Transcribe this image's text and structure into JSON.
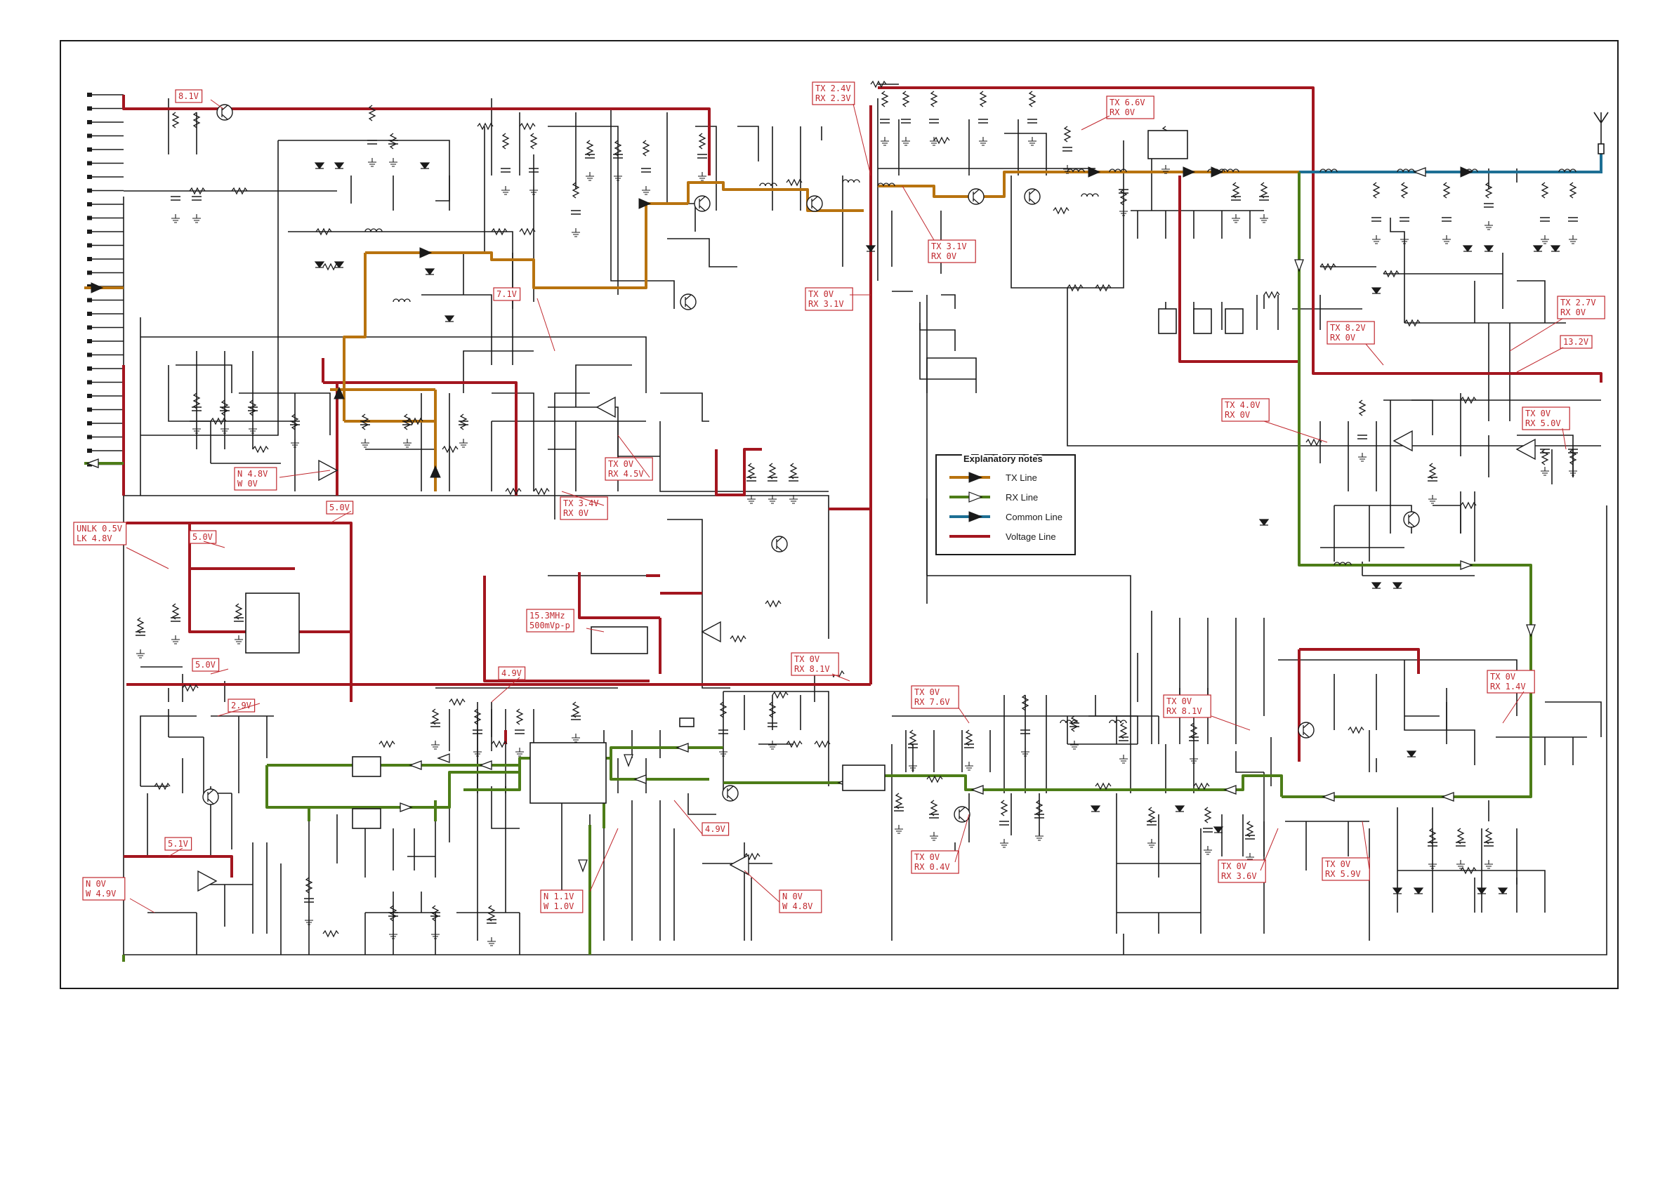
{
  "legend": {
    "title": "Explanatory notes",
    "items": [
      {
        "label": "TX Line",
        "color": "#b8730f",
        "arrow": "filled"
      },
      {
        "label": "RX Line",
        "color": "#4d7d18",
        "arrow": "hollow"
      },
      {
        "label": "Common Line",
        "color": "#1d6f94",
        "arrow": "filled"
      },
      {
        "label": "Voltage Line",
        "color": "#a3161f",
        "arrow": "none"
      }
    ]
  },
  "colors": {
    "wire": "#1a1a1a",
    "tx": "#b8730f",
    "rx": "#4d7d18",
    "common": "#1d6f94",
    "voltage": "#a3161f",
    "label_border": "#c0282e",
    "label_text": "#c0282e"
  },
  "labels": [
    {
      "lines": [
        "8.1V"
      ]
    },
    {
      "lines": [
        "TX 2.4V",
        "RX 2.3V"
      ]
    },
    {
      "lines": [
        "TX 6.6V",
        "RX    0V"
      ]
    },
    {
      "lines": [
        "TX 3.1V",
        "RX    0V"
      ]
    },
    {
      "lines": [
        "TX    0V",
        "RX 3.1V"
      ]
    },
    {
      "lines": [
        "7.1V"
      ]
    },
    {
      "lines": [
        "TX    0V",
        "RX 4.5V"
      ]
    },
    {
      "lines": [
        "N  4.8V",
        "W    0V"
      ]
    },
    {
      "lines": [
        "TX 3.4V",
        "RX    0V"
      ]
    },
    {
      "lines": [
        "5.0V"
      ]
    },
    {
      "lines": [
        "5.0V"
      ]
    },
    {
      "lines": [
        "UNLK 0.5V",
        "LK   4.8V"
      ]
    },
    {
      "lines": [
        "15.3MHz",
        "500mVp-p"
      ]
    },
    {
      "lines": [
        "TX    0V",
        "RX 8.1V"
      ]
    },
    {
      "lines": [
        "5.0V"
      ]
    },
    {
      "lines": [
        "2.9V"
      ]
    },
    {
      "lines": [
        "4.9V"
      ]
    },
    {
      "lines": [
        "TX    0V",
        "RX 7.6V"
      ]
    },
    {
      "lines": [
        "TX    0V",
        "RX 8.1V"
      ]
    },
    {
      "lines": [
        "TX    0V",
        "RX 1.4V"
      ]
    },
    {
      "lines": [
        "4.9V"
      ]
    },
    {
      "lines": [
        "TX    0V",
        "RX 0.4V"
      ]
    },
    {
      "lines": [
        "TX    0V",
        "RX 3.6V"
      ]
    },
    {
      "lines": [
        "TX    0V",
        "RX 5.9V"
      ]
    },
    {
      "lines": [
        "5.1V"
      ]
    },
    {
      "lines": [
        "N    0V",
        "W  4.9V"
      ]
    },
    {
      "lines": [
        "N  1.1V",
        "W  1.0V"
      ]
    },
    {
      "lines": [
        "N    0V",
        "W  4.8V"
      ]
    },
    {
      "lines": [
        "TX 8.2V",
        "RX    0V"
      ]
    },
    {
      "lines": [
        "TX 2.7V",
        "RX    0V"
      ]
    },
    {
      "lines": [
        "13.2V"
      ]
    },
    {
      "lines": [
        "TX 4.0V",
        "RX    0V"
      ]
    },
    {
      "lines": [
        "TX    0V",
        "RX 5.0V"
      ]
    }
  ]
}
